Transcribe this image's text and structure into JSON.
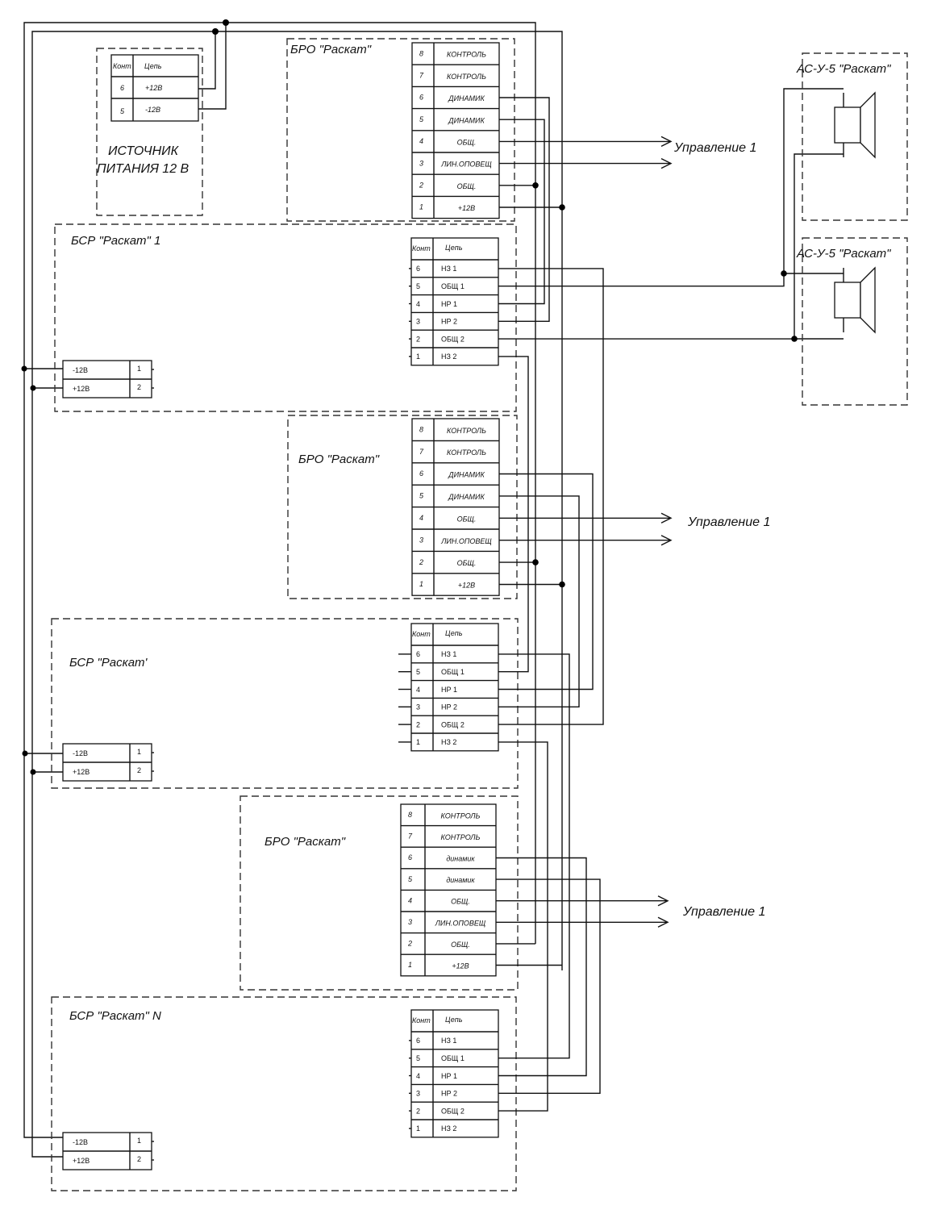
{
  "diagram": {
    "colors": {
      "line": "#111111",
      "background": "#ffffff"
    },
    "power_supply": {
      "title_line1": "ИСТОЧНИК",
      "title_line2": "ПИТАНИЯ 12 В",
      "header": [
        "Конт",
        "Цепь"
      ],
      "rows": [
        {
          "pin": "6",
          "signal": "+12В"
        },
        {
          "pin": "5",
          "signal": "-12В"
        }
      ]
    },
    "bro_blocks": [
      {
        "title": "БРО \"Раскат\"",
        "rows": [
          {
            "pin": "8",
            "signal": "КОНТРОЛЬ"
          },
          {
            "pin": "7",
            "signal": "КОНТРОЛЬ"
          },
          {
            "pin": "6",
            "signal": "ДИНАМИК"
          },
          {
            "pin": "5",
            "signal": "ДИНАМИК"
          },
          {
            "pin": "4",
            "signal": "ОБЩ."
          },
          {
            "pin": "3",
            "signal": "ЛИН.ОПОВЕЩ"
          },
          {
            "pin": "2",
            "signal": "ОБЩ."
          },
          {
            "pin": "1",
            "signal": "+12В"
          }
        ]
      },
      {
        "title": "БРО \"Раскат\"",
        "rows": [
          {
            "pin": "8",
            "signal": "КОНТРОЛЬ"
          },
          {
            "pin": "7",
            "signal": "КОНТРОЛЬ"
          },
          {
            "pin": "6",
            "signal": "ДИНАМИК"
          },
          {
            "pin": "5",
            "signal": "ДИНАМИК"
          },
          {
            "pin": "4",
            "signal": "ОБЩ."
          },
          {
            "pin": "3",
            "signal": "ЛИН.ОПОВЕЩ"
          },
          {
            "pin": "2",
            "signal": "ОБЩ."
          },
          {
            "pin": "1",
            "signal": "+12В"
          }
        ]
      },
      {
        "title": "БРО \"Раскат\"",
        "rows": [
          {
            "pin": "8",
            "signal": "КОНТРОЛЬ"
          },
          {
            "pin": "7",
            "signal": "КОНТРОЛЬ"
          },
          {
            "pin": "6",
            "signal": "динамик"
          },
          {
            "pin": "5",
            "signal": "динамик"
          },
          {
            "pin": "4",
            "signal": "ОБЩ."
          },
          {
            "pin": "3",
            "signal": "ЛИН.ОПОВЕЩ"
          },
          {
            "pin": "2",
            "signal": "ОБЩ."
          },
          {
            "pin": "1",
            "signal": "+12В"
          }
        ]
      }
    ],
    "bsr_blocks": [
      {
        "title": "БСР \"Раскат\" 1"
      },
      {
        "title": "БСР \"Раскат'"
      },
      {
        "title": "БСР \"Раскат\" N"
      }
    ],
    "bsr_table": {
      "header": [
        "Конт",
        "Цепь"
      ],
      "rows": [
        {
          "pin": "6",
          "signal": "НЗ 1"
        },
        {
          "pin": "5",
          "signal": "ОБЩ 1"
        },
        {
          "pin": "4",
          "signal": "НР 1"
        },
        {
          "pin": "3",
          "signal": "НР 2"
        },
        {
          "pin": "2",
          "signal": "ОБЩ 2"
        },
        {
          "pin": "1",
          "signal": "НЗ 2"
        }
      ]
    },
    "bsr_power": {
      "rows": [
        {
          "signal": "-12В",
          "pin": "1"
        },
        {
          "signal": "+12В",
          "pin": "2"
        }
      ]
    },
    "control_label": "Управление 1",
    "speakers": [
      {
        "title": "АС-У-5 \"Раскат\""
      },
      {
        "title": "АС-У-5 \"Раскат\""
      }
    ]
  }
}
